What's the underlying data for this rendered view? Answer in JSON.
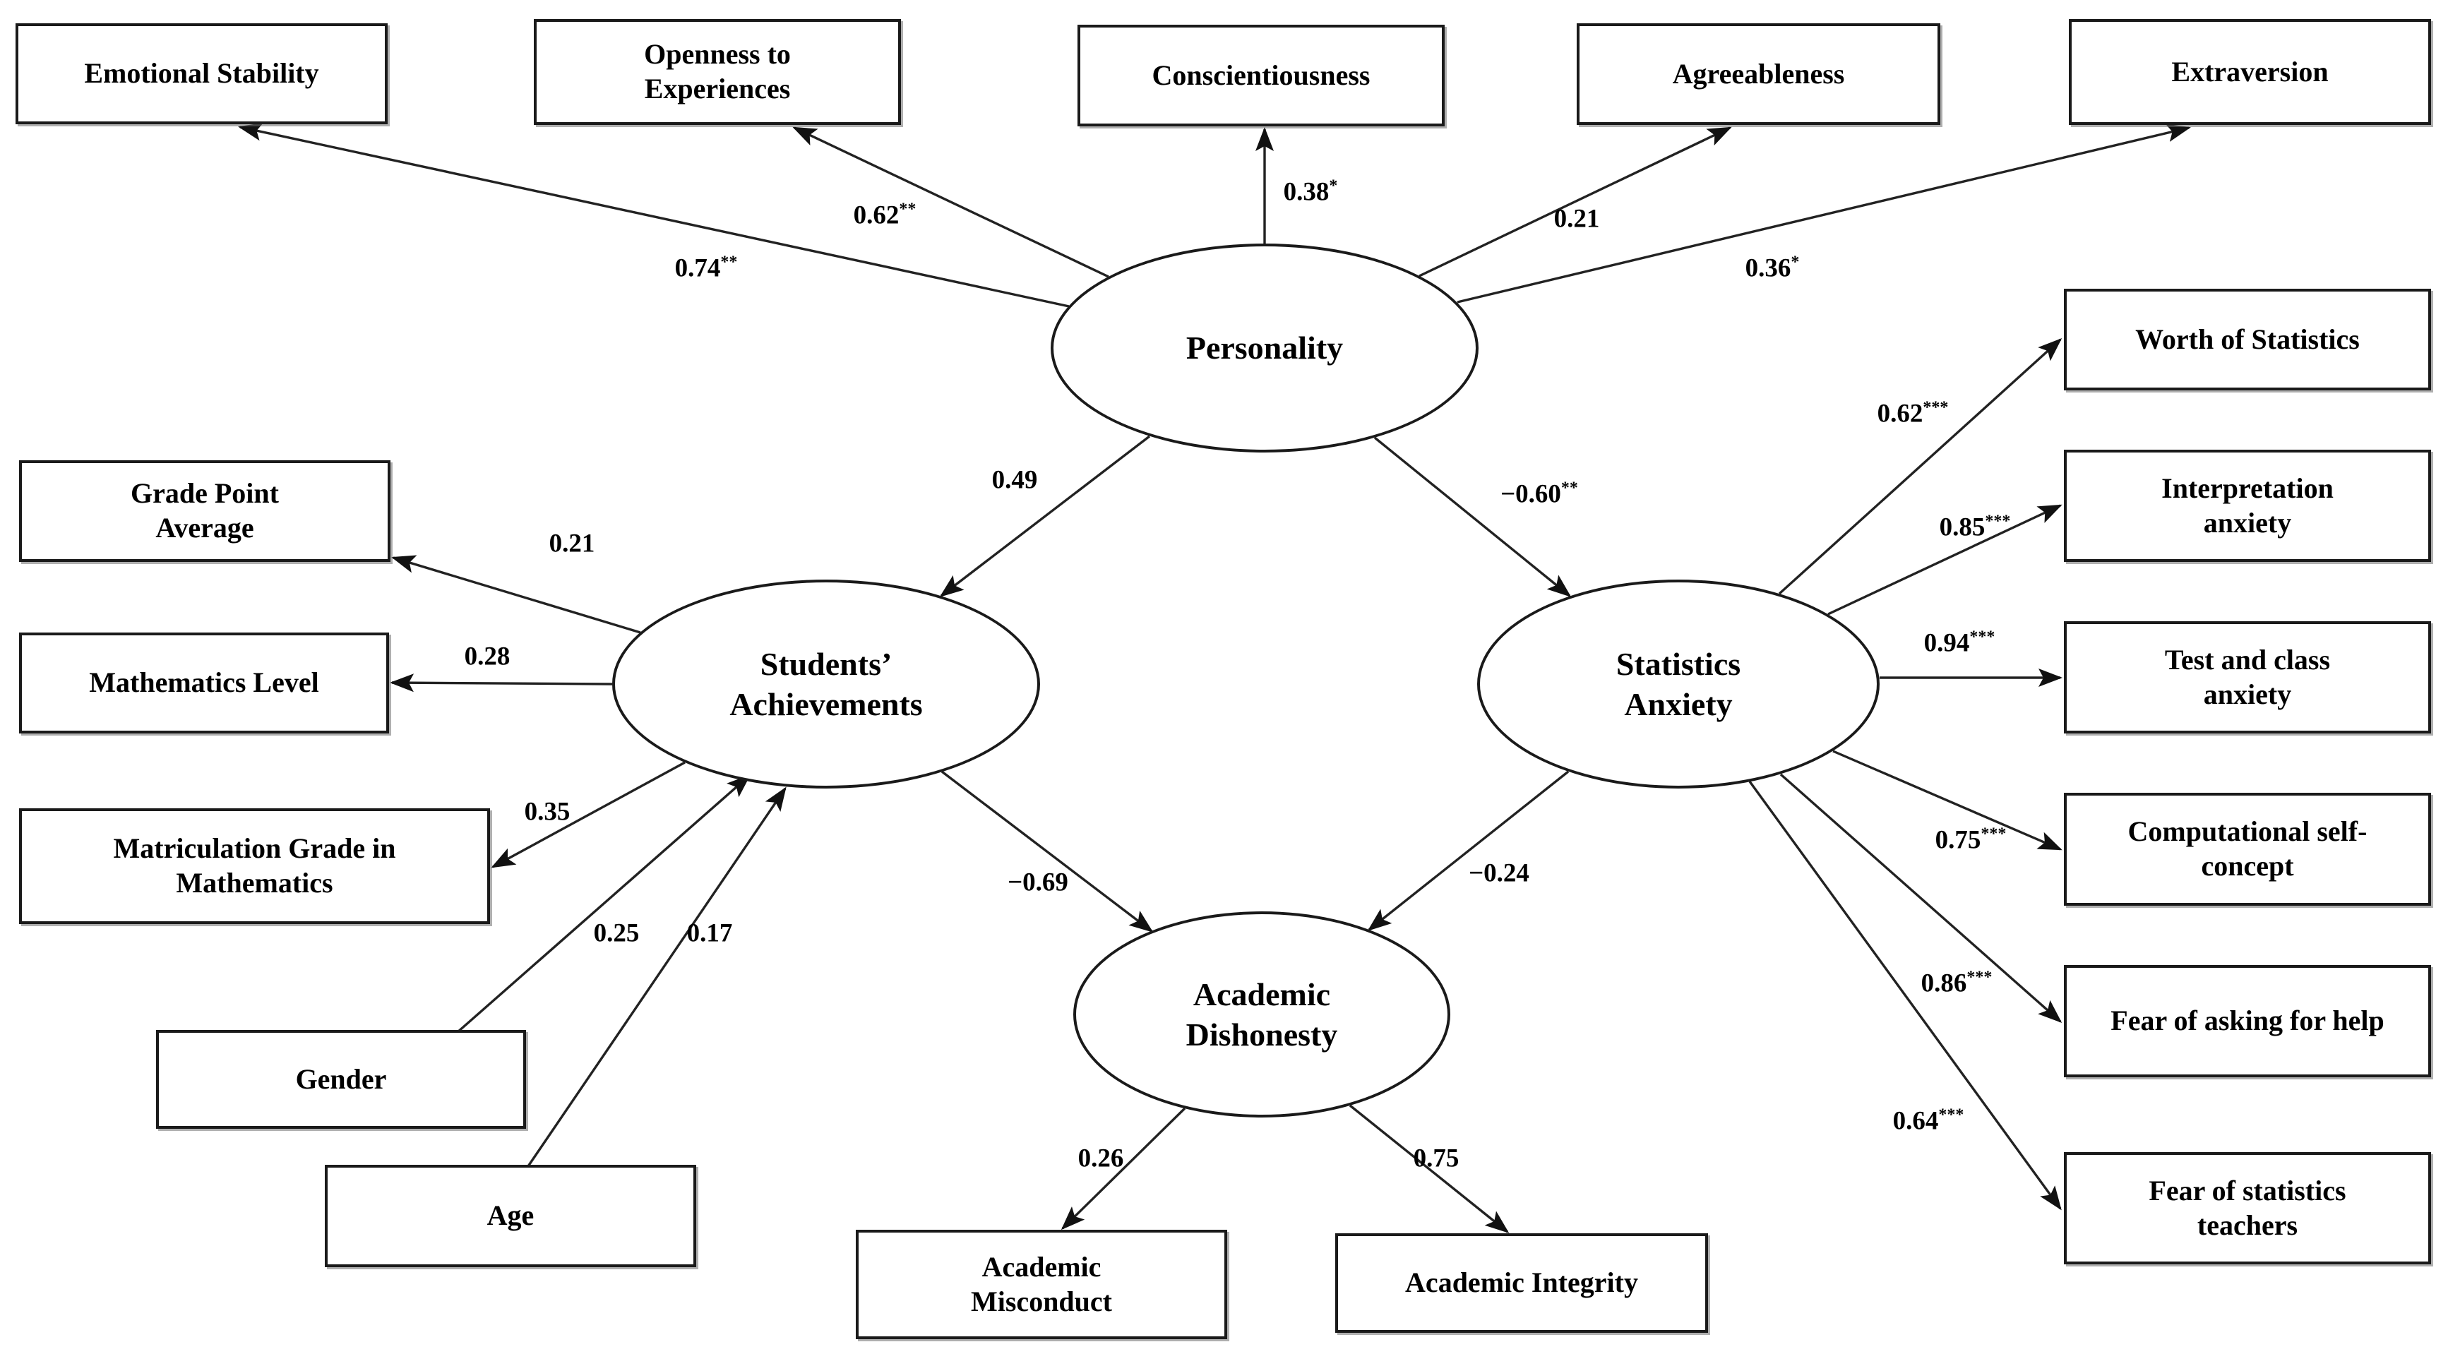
{
  "nodes": {
    "personality": {
      "label": "Personality"
    },
    "students_achievements": {
      "label": "Students’ Achievements"
    },
    "statistics_anxiety": {
      "label": "Statistics Anxiety"
    },
    "academic_dishonesty": {
      "label": "Academic Dishonesty"
    },
    "emotional_stability": {
      "label": "Emotional Stability"
    },
    "openness": {
      "label": "Openness to Experiences"
    },
    "conscientiousness": {
      "label": "Conscientiousness"
    },
    "agreeableness": {
      "label": "Agreeableness"
    },
    "extraversion": {
      "label": "Extraversion"
    },
    "gpa": {
      "label": "Grade Point Average"
    },
    "math_level": {
      "label": "Mathematics Level"
    },
    "matriculation": {
      "label": "Matriculation Grade in Mathematics"
    },
    "gender": {
      "label": "Gender"
    },
    "age": {
      "label": "Age"
    },
    "academic_misconduct": {
      "label": "Academic Misconduct"
    },
    "academic_integrity": {
      "label": "Academic Integrity"
    },
    "worth_of_statistics": {
      "label": "Worth of Statistics"
    },
    "interpretation_anxiety": {
      "label": "Interpretation anxiety"
    },
    "test_class_anxiety": {
      "label": "Test and class anxiety"
    },
    "computational_self_concept": {
      "label": "Computational self-concept"
    },
    "fear_asking_help": {
      "label": "Fear of asking for help"
    },
    "fear_statistics_teachers": {
      "label": "Fear of statistics teachers"
    }
  },
  "paths": [
    {
      "from": "Personality",
      "to": "Emotional Stability",
      "value": "0.74",
      "stars": "**"
    },
    {
      "from": "Personality",
      "to": "Openness to Experiences",
      "value": "0.62",
      "stars": "**"
    },
    {
      "from": "Personality",
      "to": "Conscientiousness",
      "value": "0.38",
      "stars": "*"
    },
    {
      "from": "Personality",
      "to": "Agreeableness",
      "value": "0.21",
      "stars": ""
    },
    {
      "from": "Personality",
      "to": "Extraversion",
      "value": "0.36",
      "stars": "*"
    },
    {
      "from": "Personality",
      "to": "Students’ Achievements",
      "value": "0.49",
      "stars": ""
    },
    {
      "from": "Personality",
      "to": "Statistics Anxiety",
      "value": "−0.60",
      "stars": "**"
    },
    {
      "from": "Students’ Achievements",
      "to": "Grade Point Average",
      "value": "0.21",
      "stars": ""
    },
    {
      "from": "Students’ Achievements",
      "to": "Mathematics Level",
      "value": "0.28",
      "stars": ""
    },
    {
      "from": "Students’ Achievements",
      "to": "Matriculation Grade in Mathematics",
      "value": "0.35",
      "stars": ""
    },
    {
      "from": "Gender",
      "to": "Students’ Achievements",
      "value": "0.25",
      "stars": ""
    },
    {
      "from": "Age",
      "to": "Students’ Achievements",
      "value": "0.17",
      "stars": ""
    },
    {
      "from": "Students’ Achievements",
      "to": "Academic Dishonesty",
      "value": "−0.69",
      "stars": ""
    },
    {
      "from": "Statistics Anxiety",
      "to": "Academic Dishonesty",
      "value": "−0.24",
      "stars": ""
    },
    {
      "from": "Academic Dishonesty",
      "to": "Academic Misconduct",
      "value": "0.26",
      "stars": ""
    },
    {
      "from": "Academic Dishonesty",
      "to": "Academic Integrity",
      "value": "0.75",
      "stars": ""
    },
    {
      "from": "Statistics Anxiety",
      "to": "Worth of Statistics",
      "value": "0.62",
      "stars": "***"
    },
    {
      "from": "Statistics Anxiety",
      "to": "Interpretation anxiety",
      "value": "0.85",
      "stars": "***"
    },
    {
      "from": "Statistics Anxiety",
      "to": "Test and class anxiety",
      "value": "0.94",
      "stars": "***"
    },
    {
      "from": "Statistics Anxiety",
      "to": "Computational self-concept",
      "value": "0.75",
      "stars": "***"
    },
    {
      "from": "Statistics Anxiety",
      "to": "Fear of asking for help",
      "value": "0.86",
      "stars": "***"
    },
    {
      "from": "Statistics Anxiety",
      "to": "Fear of statistics teachers",
      "value": "0.64",
      "stars": "***"
    }
  ]
}
